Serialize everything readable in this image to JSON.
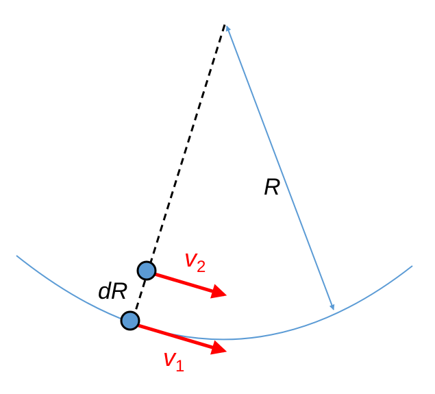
{
  "labels": {
    "radius": "R",
    "delta_radius": "dR",
    "velocity_2": {
      "symbol": "v",
      "subscript": "2"
    },
    "velocity_1": {
      "symbol": "v",
      "subscript": "1"
    }
  },
  "colors": {
    "arc": "#5b9bd5",
    "radius_arrow": "#5b9bd5",
    "dashed_line": "#000000",
    "particle_fill": "#5b9bd5",
    "particle_stroke": "#000000",
    "velocity_arrows": "#ff0000",
    "velocity_text": "#ff0000",
    "text": "#000000"
  }
}
